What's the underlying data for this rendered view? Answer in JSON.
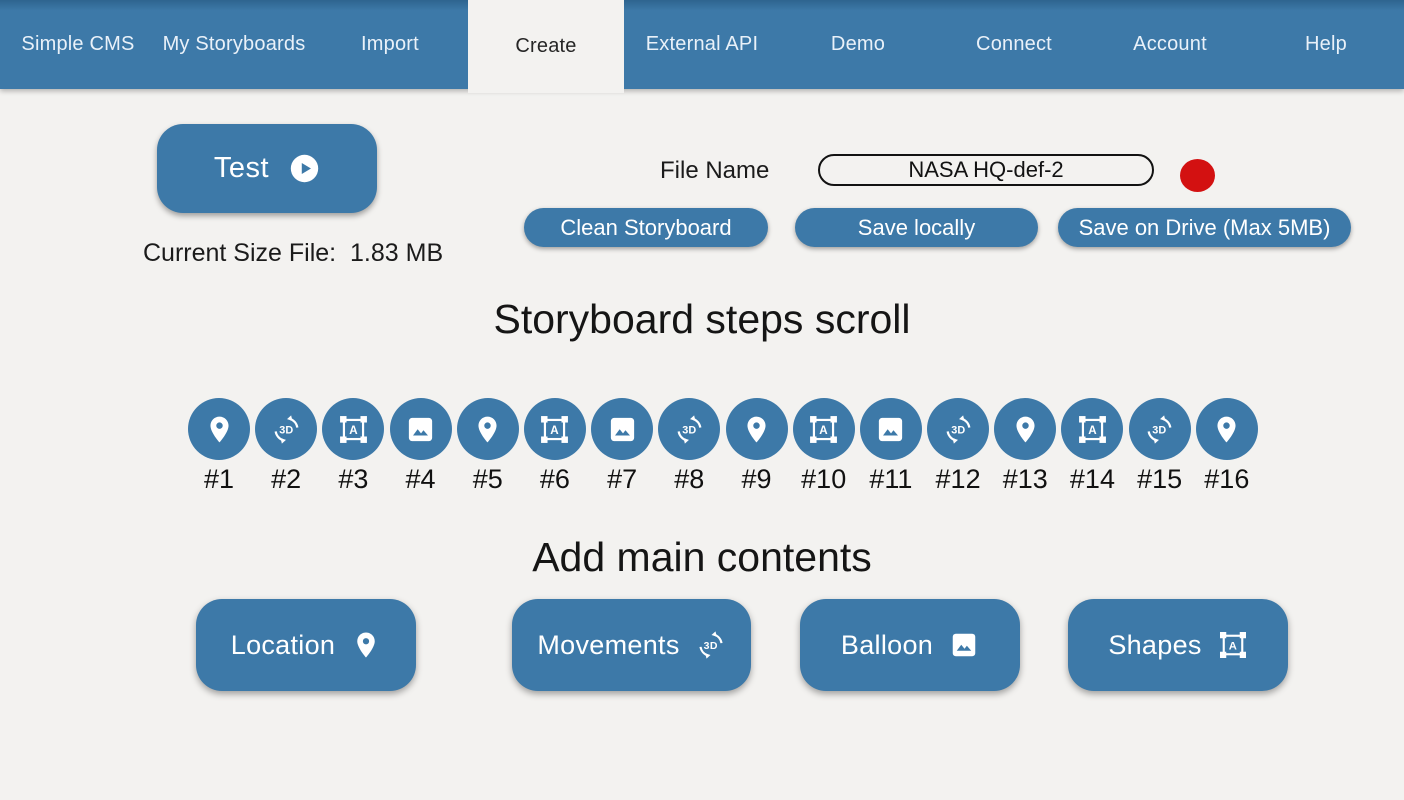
{
  "colors": {
    "primary": "#3d79a8",
    "page_bg": "#f3f2f0",
    "nav_text": "#e9f1f9",
    "active_tab_text": "#262626",
    "record_dot": "#d31111",
    "text": "#1b1b1b"
  },
  "nav": {
    "items": [
      {
        "label": "Simple CMS",
        "active": false
      },
      {
        "label": "My Storyboards",
        "active": false
      },
      {
        "label": "Import",
        "active": false
      },
      {
        "label": "Create",
        "active": true
      },
      {
        "label": "External API",
        "active": false
      },
      {
        "label": "Demo",
        "active": false
      },
      {
        "label": "Connect",
        "active": false
      },
      {
        "label": "Account",
        "active": false
      },
      {
        "label": "Help",
        "active": false
      }
    ]
  },
  "toolbar": {
    "test_label": "Test",
    "test_icon": "play-icon",
    "current_size_label": "Current Size File:",
    "current_size_value": "1.83 MB",
    "file_name_label": "File Name",
    "file_name_value": "NASA HQ-def-2",
    "clean_label": "Clean Storyboard",
    "save_local_label": "Save locally",
    "save_drive_label": "Save on Drive (Max 5MB)"
  },
  "sections": {
    "steps_title": "Storyboard steps scroll",
    "add_title": "Add main contents"
  },
  "steps": {
    "items": [
      {
        "label": "#1",
        "icon": "location"
      },
      {
        "label": "#2",
        "icon": "threed"
      },
      {
        "label": "#3",
        "icon": "shapes"
      },
      {
        "label": "#4",
        "icon": "image"
      },
      {
        "label": "#5",
        "icon": "location"
      },
      {
        "label": "#6",
        "icon": "shapes"
      },
      {
        "label": "#7",
        "icon": "image"
      },
      {
        "label": "#8",
        "icon": "threed"
      },
      {
        "label": "#9",
        "icon": "location"
      },
      {
        "label": "#10",
        "icon": "shapes"
      },
      {
        "label": "#11",
        "icon": "image"
      },
      {
        "label": "#12",
        "icon": "threed"
      },
      {
        "label": "#13",
        "icon": "location"
      },
      {
        "label": "#14",
        "icon": "shapes"
      },
      {
        "label": "#15",
        "icon": "threed"
      },
      {
        "label": "#16",
        "icon": "location"
      }
    ]
  },
  "main_buttons": [
    {
      "label": "Location",
      "icon": "location"
    },
    {
      "label": "Movements",
      "icon": "threed"
    },
    {
      "label": "Balloon",
      "icon": "image"
    },
    {
      "label": "Shapes",
      "icon": "shapes"
    }
  ]
}
